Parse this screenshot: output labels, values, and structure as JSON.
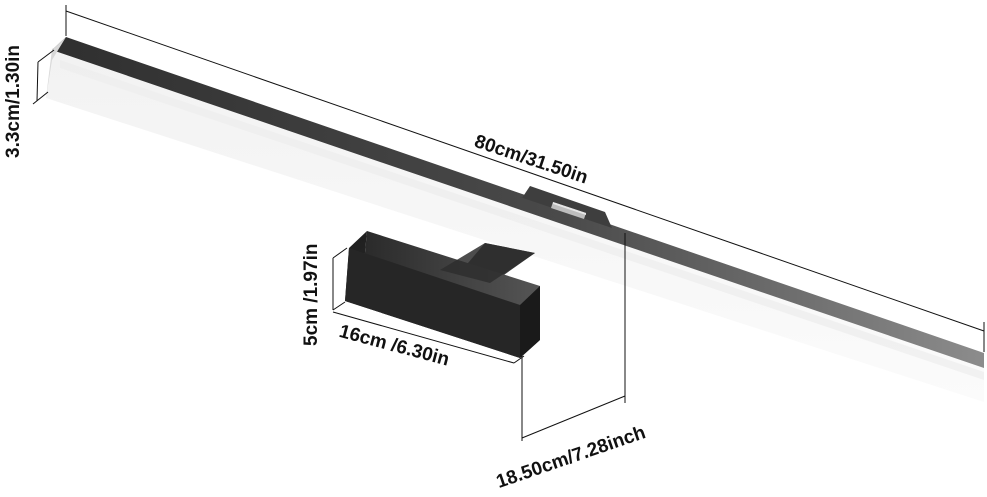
{
  "figure": {
    "subject": "LED vanity mirror light bar with wall mount bracket",
    "colors": {
      "background": "#ffffff",
      "frame": "#3a3a3a",
      "frame_light": "#7a7a7a",
      "diffuser": "#f4f4f4",
      "bracket": "#2b2b2b",
      "dimension_line": "#111111"
    }
  },
  "dimensions": {
    "length": {
      "label": "80cm/31.50in"
    },
    "height": {
      "label": "3.3cm/1.30in"
    },
    "bracket_height": {
      "label": "5cm /1.97in"
    },
    "bracket_width": {
      "label": "16cm /6.30in"
    },
    "projection": {
      "label": "18.50cm/7.28inch"
    }
  }
}
